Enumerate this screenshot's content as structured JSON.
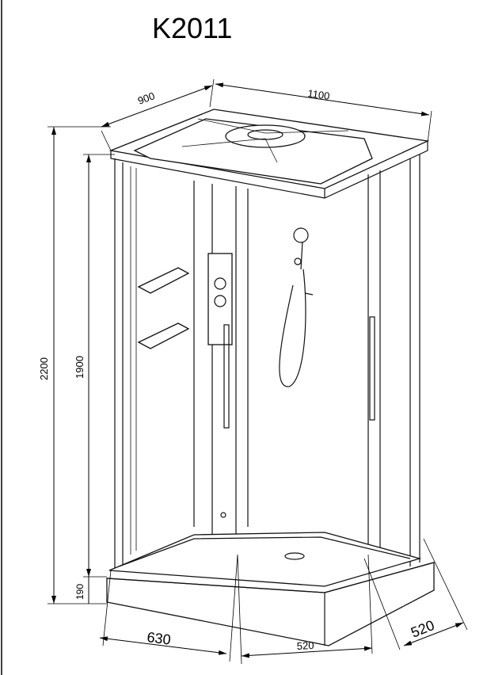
{
  "title": "K2011",
  "dimensions": {
    "depth_top": "900",
    "width_top": "1100",
    "total_height": "2200",
    "glass_height": "1900",
    "base_height": "190",
    "base_left": "630",
    "base_front": "520",
    "base_right": "520"
  }
}
